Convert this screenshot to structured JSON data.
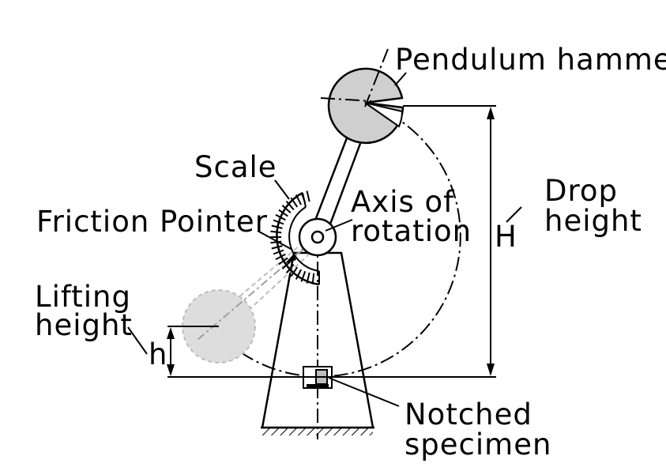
{
  "labels": {
    "pendulum_hammer": "Pendulum hammer",
    "scale": "Scale",
    "axis_line1": "Axis of",
    "axis_line2": "rotation",
    "friction_pointer": "Friction Pointer",
    "drop_line1": "Drop",
    "drop_line2": "height",
    "drop_symbol": "H",
    "lifting_line1": "Lifting",
    "lifting_line2": "height",
    "lifting_symbol": "h",
    "notched_line1": "Notched",
    "notched_line2": "specimen"
  },
  "colors": {
    "ink": "#000000",
    "hammer_fill": "#cfcfcf",
    "ghost_fill": "#dddddd",
    "ghost_stroke": "#bdbdbd"
  }
}
